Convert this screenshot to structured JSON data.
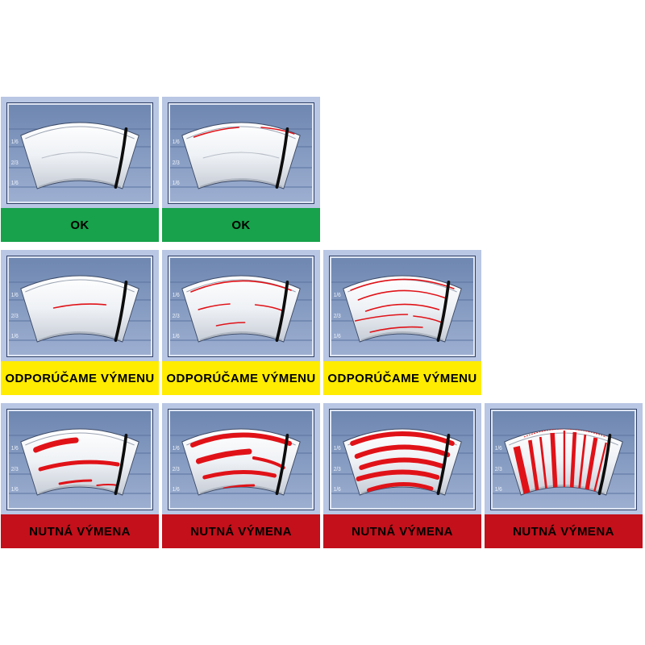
{
  "chart_title": "",
  "scale_labels": {
    "zone_top": "1/6",
    "zone_mid": "2/3",
    "zone_bottom": "1/6"
  },
  "colors": {
    "ok": "#17a24b",
    "warn": "#ffec00",
    "danger": "#c3101a",
    "cell_bg": "#b9c6e4",
    "panel_bg": "#8aa0c6",
    "streak": "#e01218"
  },
  "cells": [
    {
      "label": "OK",
      "status": "ok",
      "severity": 0
    },
    {
      "label": "OK",
      "status": "ok",
      "severity": 1
    },
    {
      "label": "ODPORÚČAME VÝMENU",
      "status": "warn",
      "severity": 2
    },
    {
      "label": "ODPORÚČAME VÝMENU",
      "status": "warn",
      "severity": 3
    },
    {
      "label": "ODPORÚČAME VÝMENU",
      "status": "warn",
      "severity": 4
    },
    {
      "label": "NUTNÁ VÝMENA",
      "status": "danger",
      "severity": 5
    },
    {
      "label": "NUTNÁ VÝMENA",
      "status": "danger",
      "severity": 6
    },
    {
      "label": "NUTNÁ VÝMENA",
      "status": "danger",
      "severity": 7
    },
    {
      "label": "NUTNÁ VÝMENA",
      "status": "danger",
      "severity": 8
    }
  ]
}
